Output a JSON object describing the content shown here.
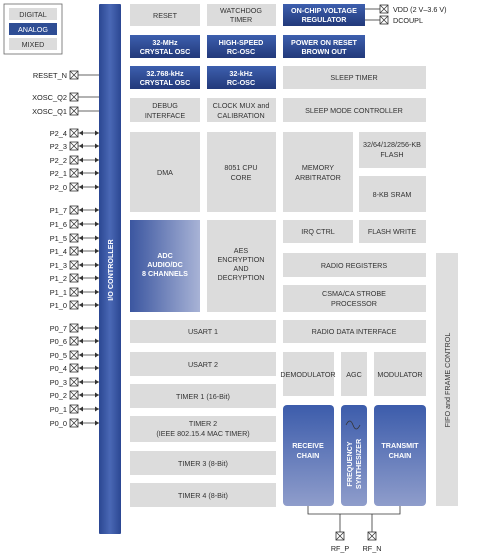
{
  "legend": {
    "digital": "DIGITAL",
    "analog": "ANALOG",
    "mixed": "MIXED"
  },
  "blocks": {
    "reset": "RESET",
    "watchdog": [
      "WATCHDOG",
      "TIMER"
    ],
    "onchip_vreg": [
      "ON-CHIP VOLTAGE",
      "REGULATOR"
    ],
    "crystal32m": [
      "32-MHz",
      "CRYSTAL OSC"
    ],
    "rcosc_hs": [
      "HIGH-SPEED",
      "RC-OSC"
    ],
    "por": [
      "POWER ON RESET",
      "BROWN OUT"
    ],
    "crystal32k": [
      "32.768-kHz",
      "CRYSTAL OSC"
    ],
    "rcosc32k": [
      "32-kHz",
      "RC-OSC"
    ],
    "sleep_timer": "SLEEP TIMER",
    "debug": [
      "DEBUG",
      "INTERFACE"
    ],
    "clock_mux": [
      "CLOCK MUX and",
      "CALIBRATION"
    ],
    "sleep_mode": "SLEEP MODE CONTROLLER",
    "dma": "DMA",
    "cpu": [
      "8051 CPU",
      "CORE"
    ],
    "memory_arb": [
      "MEMORY",
      "ARBITRATOR"
    ],
    "flash": [
      "32/64/128/256-KB",
      "FLASH"
    ],
    "sram": "8-KB SRAM",
    "adc": [
      "ADC",
      "AUDIO/DC",
      "8 CHANNELS"
    ],
    "aes": [
      "AES",
      "ENCRYPTION",
      "AND",
      "DECRYPTION"
    ],
    "irq": "IRQ CTRL",
    "flash_write": "FLASH WRITE",
    "radio_regs": "RADIO REGISTERS",
    "csma": [
      "CSMA/CA STROBE",
      "PROCESSOR"
    ],
    "usart1": "USART 1",
    "radio_data": "RADIO DATA INTERFACE",
    "usart2": "USART 2",
    "demodulator": "DEMODULATOR",
    "agc": "AGC",
    "modulator": "MODULATOR",
    "timer1": "TIMER 1 (16-Bit)",
    "timer2": [
      "TIMER 2",
      "(IEEE 802.15.4 MAC TIMER)"
    ],
    "timer3": "TIMER 3 (8-Bit)",
    "timer4": "TIMER 4 (8-Bit)",
    "receive_chain": [
      "RECEIVE",
      "CHAIN"
    ],
    "freq_synth": [
      "FREQUENCY",
      "SYNTHESIZER"
    ],
    "transmit_chain": [
      "TRANSMIT",
      "CHAIN"
    ],
    "io_controller": "I/O CONTROLLER",
    "fifo_ctrl": "FIFO and FRAME CONTROL"
  },
  "pins": {
    "reset_n": "RESET_N",
    "xosc_q2": "XOSC_Q2",
    "xosc_q1": "XOSC_Q1",
    "port2": [
      "P2_4",
      "P2_3",
      "P2_2",
      "P2_1",
      "P2_0"
    ],
    "port1": [
      "P1_7",
      "P1_6",
      "P1_5",
      "P1_4",
      "P1_3",
      "P1_2",
      "P1_1",
      "P1_0"
    ],
    "port0": [
      "P0_7",
      "P0_6",
      "P0_5",
      "P0_4",
      "P0_3",
      "P0_2",
      "P0_1",
      "P0_0"
    ],
    "vdd": "VDD (2 V–3.6 V)",
    "dcoupl": "DCOUPL",
    "rf_p": "RF_P",
    "rf_n": "RF_N"
  },
  "colors": {
    "digital": "#dcdcdc",
    "analog": "#2e4d94",
    "mixed": "#6f7fb3"
  }
}
